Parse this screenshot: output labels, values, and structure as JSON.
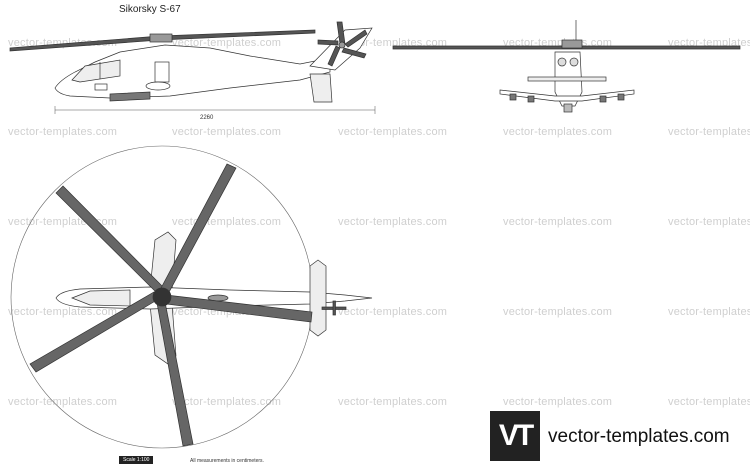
{
  "title": "Sikorsky S-67",
  "dimension": "2260",
  "scale_label": "Scale 1:100",
  "note": "All measurements in centimeters.",
  "watermark": "vector-templates.com",
  "logo_text": "VT",
  "brand": "vector-templates.com"
}
